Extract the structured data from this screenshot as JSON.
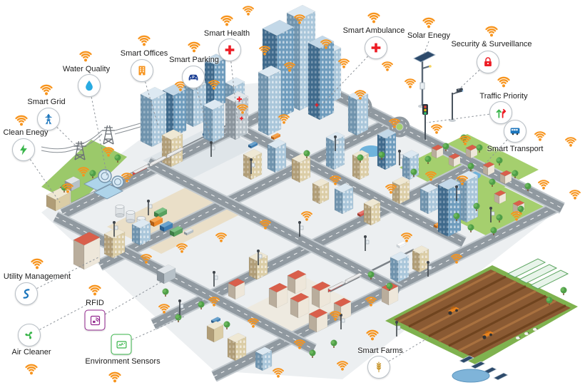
{
  "callouts": [
    {
      "id": "water-quality",
      "label": "Water Quality",
      "icon": "droplet-icon"
    },
    {
      "id": "smart-grid",
      "label": "Smart Grid",
      "icon": "transmission-tower-icon"
    },
    {
      "id": "clean-energy",
      "label": "Clean Enegy",
      "icon": "lightning-icon"
    },
    {
      "id": "smart-offices",
      "label": "Smart Offices",
      "icon": "office-building-icon"
    },
    {
      "id": "smart-parking",
      "label": "Smart Parking",
      "icon": "parking-car-icon"
    },
    {
      "id": "smart-health",
      "label": "Smart Health",
      "icon": "medical-cross-icon"
    },
    {
      "id": "smart-ambulance",
      "label": "Smart Ambulance",
      "icon": "medical-cross-icon"
    },
    {
      "id": "solar-energy",
      "label": "Solar Enegy",
      "icon": "solar-streetlight-icon"
    },
    {
      "id": "security-surveillance",
      "label": "Security & Surveillance",
      "icon": "lock-icon"
    },
    {
      "id": "traffic-priority",
      "label": "Traffic Priority",
      "icon": "traffic-arrows-icon"
    },
    {
      "id": "smart-transport",
      "label": "Smart Transport",
      "icon": "transport-icon"
    },
    {
      "id": "utility-management",
      "label": "Utility Management",
      "icon": "utility-pipe-icon"
    },
    {
      "id": "rfid",
      "label": "RFID",
      "icon": "rfid-tag-icon"
    },
    {
      "id": "air-cleaner",
      "label": "Air Cleaner",
      "icon": "fan-icon"
    },
    {
      "id": "environment-sensors",
      "label": "Environment Sensors",
      "icon": "sensor-icon"
    },
    {
      "id": "smart-farms",
      "label": "Smart Farms",
      "icon": "wheat-icon"
    }
  ],
  "colors": {
    "wifi": "#F7941D",
    "droplet": "#29ABE2",
    "tower": "#1B75BC",
    "bolt": "#39B54A",
    "office": "#F7941D",
    "parking": "#1C3F94",
    "cross": "#ED1C24",
    "lock": "#ED1C24",
    "traffic_green": "#39B54A",
    "traffic_red": "#ED1C24",
    "transport": "#1B75BC",
    "utility": "#1B75BC",
    "rfid": "#93278F",
    "fan": "#39B54A",
    "sensor": "#39B54A",
    "wheat": "#C7952C"
  }
}
